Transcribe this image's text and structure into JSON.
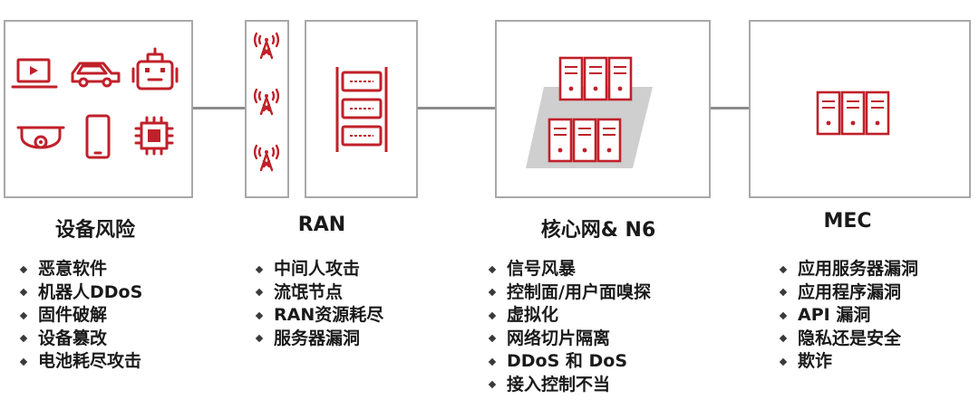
{
  "colors": {
    "accent": "#c0202a",
    "border": "#a8a8a8",
    "connector": "#8c8c8c",
    "platform": "#cfcfcf"
  },
  "sections": {
    "device": {
      "title": "设备风险",
      "icons": [
        "laptop-icon",
        "car-icon",
        "robot-icon",
        "camera-icon",
        "phone-icon",
        "chip-icon"
      ],
      "items": [
        "恶意软件",
        "机器人DDoS",
        "固件破解",
        "设备篡改",
        "电池耗尽攻击"
      ]
    },
    "ran": {
      "title": "RAN",
      "icons": [
        "antenna-tower-icon",
        "server-rack-icon"
      ],
      "items": [
        "中间人攻击",
        "流氓节点",
        "RAN资源耗尽",
        "服务器漏洞"
      ]
    },
    "core": {
      "title": "核心网& N6",
      "icons": [
        "server-cluster-icon"
      ],
      "items": [
        "信号风暴",
        "控制面/用户面嗅探",
        "虚拟化",
        "网络切片隔离",
        "DDoS 和 DoS",
        "接入控制不当"
      ]
    },
    "mec": {
      "title": "MEC",
      "icons": [
        "server-icon"
      ],
      "items": [
        "应用服务器漏洞",
        "应用程序漏洞",
        "API 漏洞",
        "隐私还是安全",
        "欺诈"
      ]
    }
  }
}
